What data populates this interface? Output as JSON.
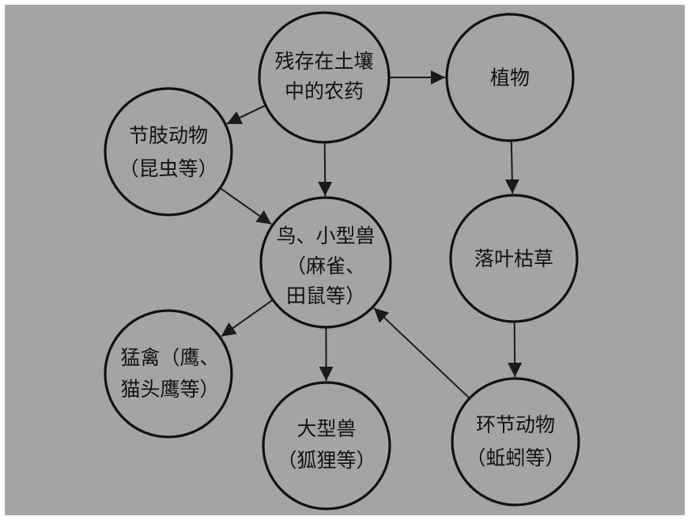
{
  "nodes": {
    "pesticide": {
      "line1": "残存在土壤",
      "line2": "中的农药"
    },
    "plants": {
      "line1": "植物"
    },
    "arthropods": {
      "line1": "节肢动物",
      "line2": "（昆虫等）"
    },
    "birds": {
      "line1": "鸟、小型兽",
      "line2": "（麻雀、",
      "line3": "田鼠等）"
    },
    "litter": {
      "line1": "落叶枯草"
    },
    "raptors": {
      "line1": "猛禽（鹰、",
      "line2": "猫头鹰等）"
    },
    "large_mammals": {
      "line1": "大型兽",
      "line2": "（狐狸等）"
    },
    "annelids": {
      "line1": "环节动物",
      "line2": "（蚯蚓等）"
    }
  },
  "edges": [
    {
      "from": "pesticide",
      "to": "plants"
    },
    {
      "from": "pesticide",
      "to": "arthropods"
    },
    {
      "from": "pesticide",
      "to": "birds"
    },
    {
      "from": "arthropods",
      "to": "birds"
    },
    {
      "from": "plants",
      "to": "litter"
    },
    {
      "from": "litter",
      "to": "annelids"
    },
    {
      "from": "annelids",
      "to": "birds"
    },
    {
      "from": "birds",
      "to": "raptors"
    },
    {
      "from": "birds",
      "to": "large_mammals"
    }
  ],
  "colors": {
    "background": "#a4a4a4",
    "line": "#111111"
  }
}
